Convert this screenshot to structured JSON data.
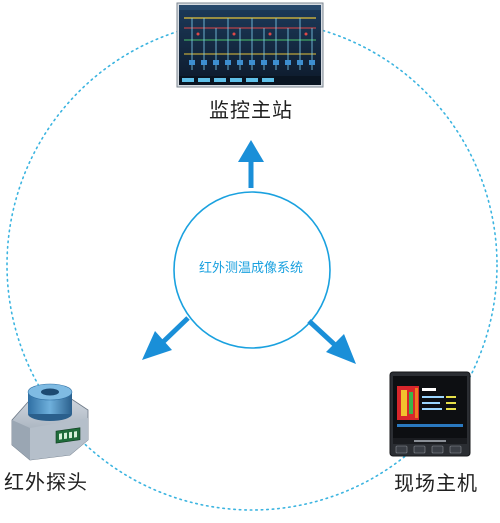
{
  "center": {
    "label": "红外测温成像系统"
  },
  "nodes": {
    "monitor_station": {
      "label": "监控主站"
    },
    "ir_probe": {
      "label": "红外探头"
    },
    "field_host": {
      "label": "现场主机"
    }
  },
  "colors": {
    "accent": "#1aa1df",
    "arrow": "#1a8fd8",
    "orbit_dots": "#3bb4e0"
  }
}
